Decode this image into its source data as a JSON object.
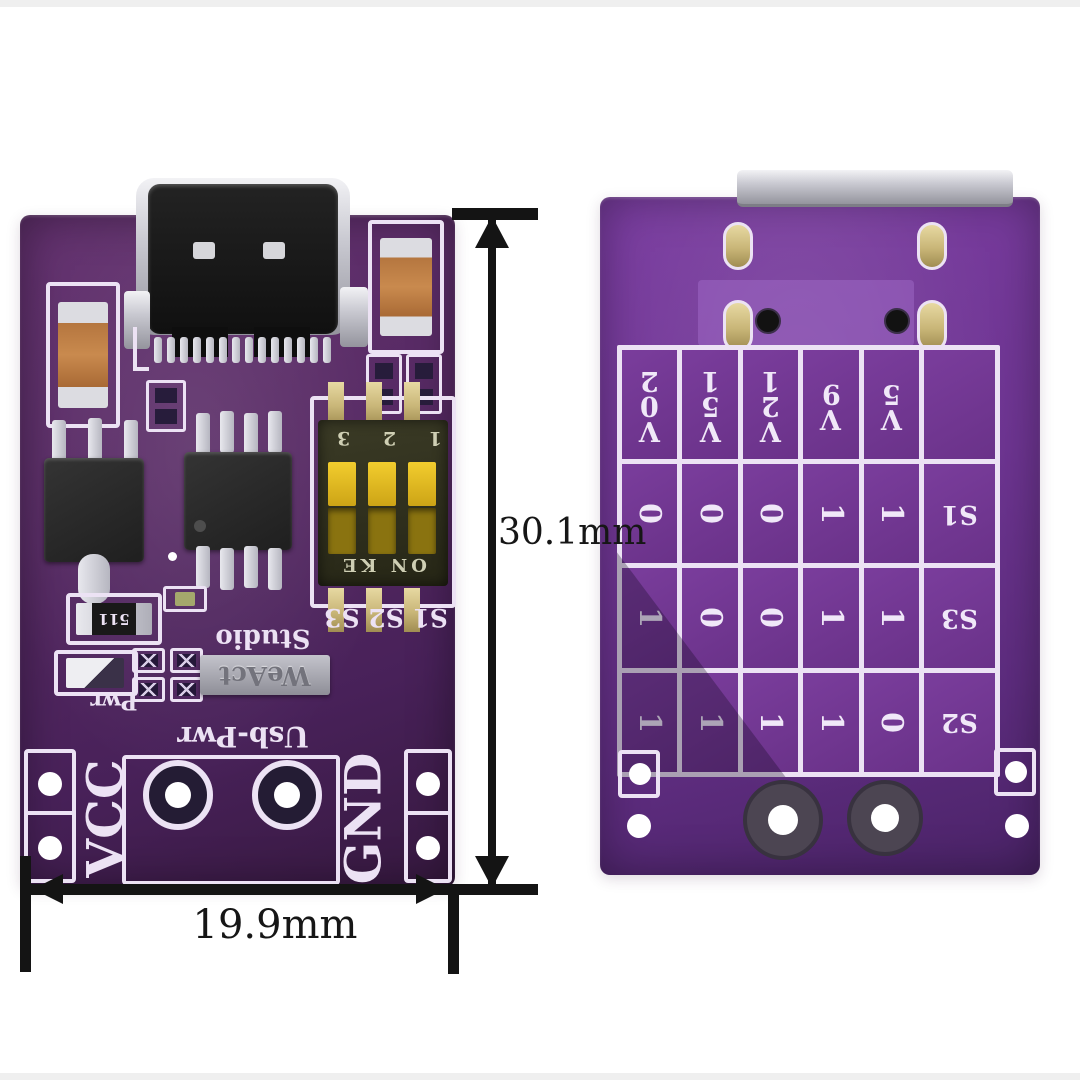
{
  "dimensions": {
    "height": "30.1mm",
    "width": "19.9mm"
  },
  "front_board": {
    "silkscreen": {
      "vcc": "VCC",
      "gnd": "GND",
      "usb_pwr": "Usb-Pwr",
      "pwr": "Pwr",
      "switch_row": "S1 S2 S3",
      "brand": "WeAct",
      "brand_sub": "Studio",
      "resistor_code": "511"
    },
    "dip_switch": {
      "positions": "1 2 3",
      "on_label": "ON KE"
    }
  },
  "back_board": {
    "config_table": {
      "headers": [
        "20V",
        "15V",
        "12V",
        "9V",
        "5V"
      ],
      "rows": [
        {
          "label": "S1",
          "values": [
            "0",
            "0",
            "0",
            "1",
            "1"
          ]
        },
        {
          "label": "S3",
          "values": [
            "1",
            "0",
            "0",
            "1",
            "1"
          ]
        },
        {
          "label": "S2",
          "values": [
            "1",
            "1",
            "1",
            "1",
            "0"
          ]
        }
      ]
    }
  }
}
